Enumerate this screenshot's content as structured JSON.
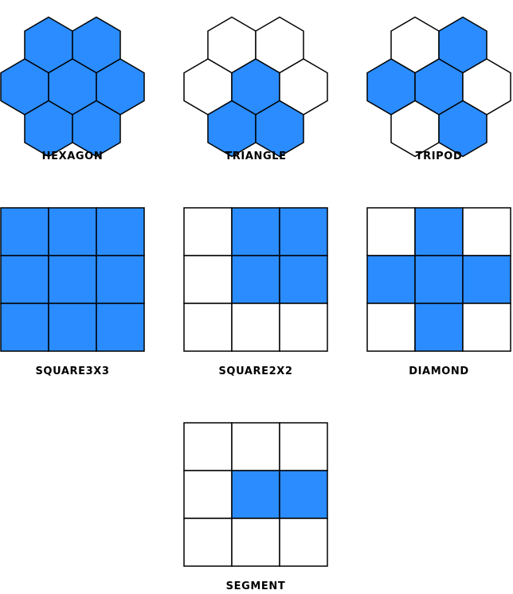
{
  "colors": {
    "filled": "#2a8cff",
    "empty": "#ffffff",
    "stroke": "#000000"
  },
  "patterns": [
    {
      "id": "hexagon",
      "label": "HEXAGON",
      "grid": "hex",
      "cells": [
        [
          false,
          true,
          true,
          false
        ],
        [
          true,
          true,
          true
        ],
        [
          false,
          true,
          true,
          false
        ]
      ]
    },
    {
      "id": "triangle",
      "label": "TRIANGLE",
      "grid": "hex",
      "cells": [
        [
          false,
          false,
          false,
          false
        ],
        [
          false,
          true,
          false
        ],
        [
          false,
          true,
          true,
          false
        ]
      ]
    },
    {
      "id": "tripod",
      "label": "TRIPOD",
      "grid": "hex",
      "cells": [
        [
          false,
          false,
          true,
          false
        ],
        [
          true,
          true,
          false
        ],
        [
          false,
          false,
          true,
          false
        ]
      ]
    },
    {
      "id": "square3x3",
      "label": "SQUARE3X3",
      "grid": "square",
      "cells": [
        [
          true,
          true,
          true
        ],
        [
          true,
          true,
          true
        ],
        [
          true,
          true,
          true
        ]
      ]
    },
    {
      "id": "square2x2",
      "label": "SQUARE2X2",
      "grid": "square",
      "cells": [
        [
          false,
          true,
          true
        ],
        [
          false,
          true,
          true
        ],
        [
          false,
          false,
          false
        ]
      ]
    },
    {
      "id": "diamond",
      "label": "DIAMOND",
      "grid": "square",
      "cells": [
        [
          false,
          true,
          false
        ],
        [
          true,
          true,
          true
        ],
        [
          false,
          true,
          false
        ]
      ]
    },
    {
      "id": "segment",
      "label": "SEGMENT",
      "grid": "square",
      "cells": [
        [
          false,
          false,
          false
        ],
        [
          false,
          true,
          true
        ],
        [
          false,
          false,
          false
        ]
      ]
    }
  ]
}
